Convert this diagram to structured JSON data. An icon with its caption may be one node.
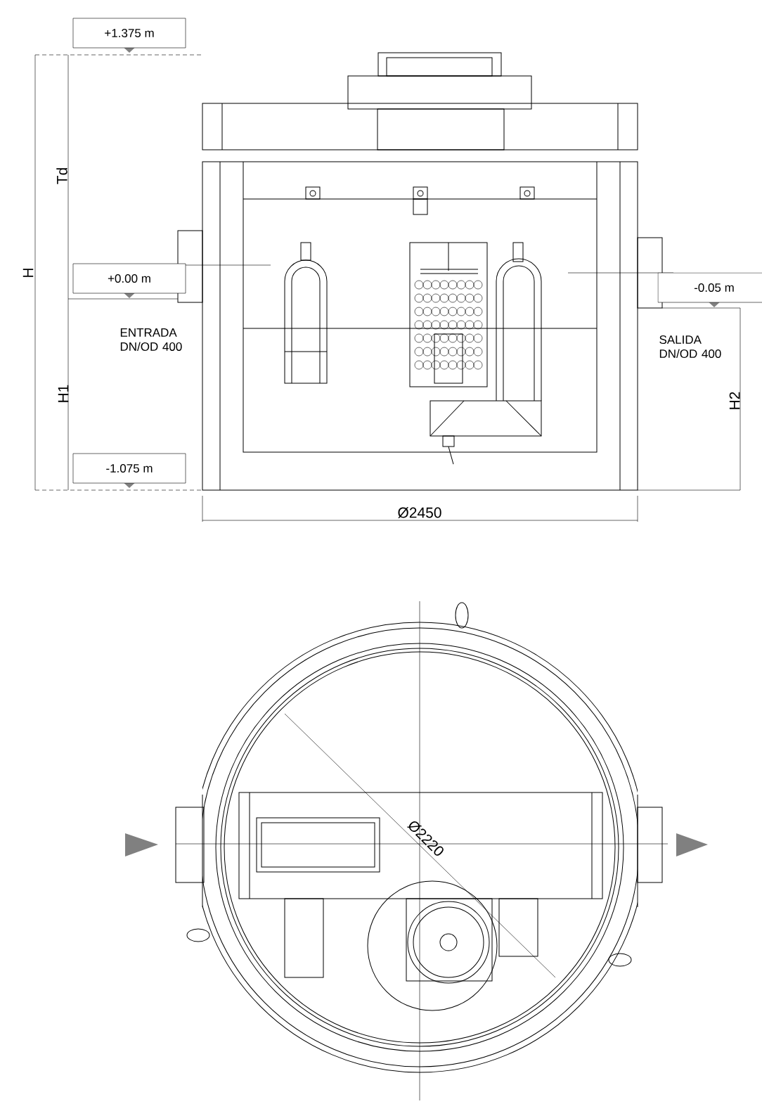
{
  "diagram": {
    "nodes": [
      {
        "text": [
          "+1.375 m"
        ]
      },
      {
        "text": [
          "+0.00 m"
        ]
      },
      {
        "text": [
          "-0.05 m"
        ]
      },
      {
        "text": [
          "-1.075 m"
        ]
      }
    ],
    "edges": [],
    "labels": [
      "Td",
      "H",
      "ENTRADA DN/OD 400",
      "SALIDA DN/OD 400",
      "H1",
      "H2",
      "Ø2450",
      "Ø2220"
    ]
  }
}
